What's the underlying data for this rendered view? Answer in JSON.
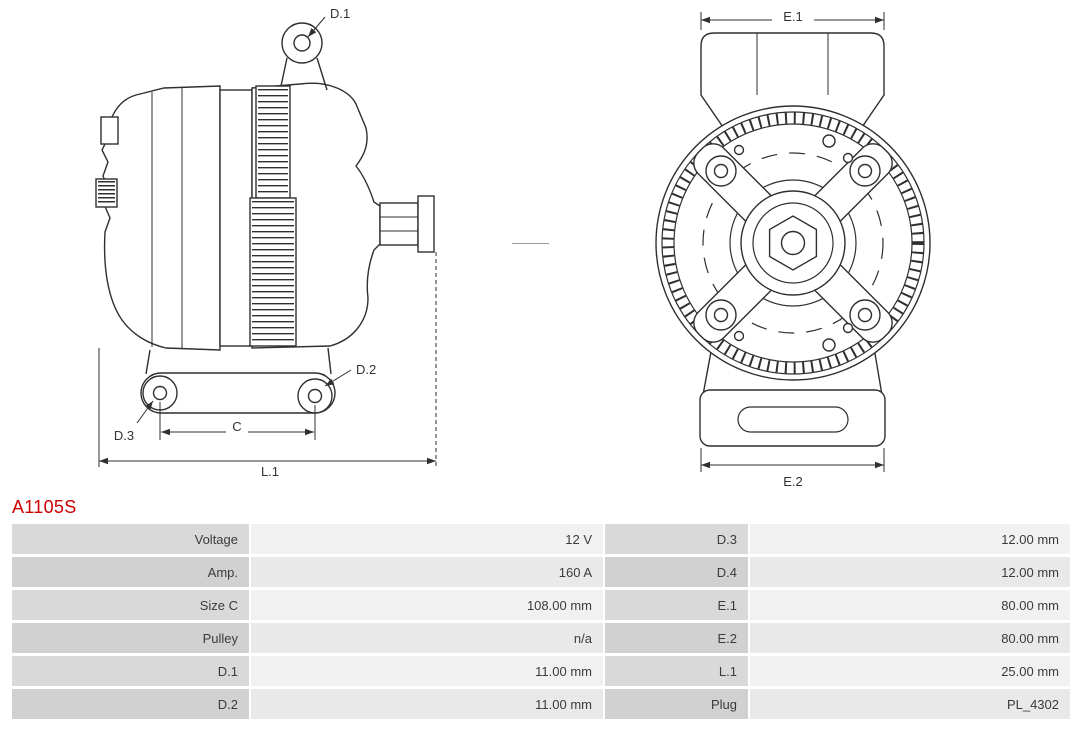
{
  "meta": {
    "part_number": "A1105S",
    "part_number_color": "#cc0000"
  },
  "drawing": {
    "labels": {
      "d1": "D.1",
      "d2": "D.2",
      "d3": "D.3",
      "c": "C",
      "l1": "L.1",
      "e1": "E.1",
      "e2": "E.2"
    }
  },
  "specs": {
    "rows": [
      {
        "label_left": "Voltage",
        "value_left": "12 V",
        "label_right": "D.3",
        "value_right": "12.00 mm"
      },
      {
        "label_left": "Amp.",
        "value_left": "160 A",
        "label_right": "D.4",
        "value_right": "12.00 mm"
      },
      {
        "label_left": "Size C",
        "value_left": "108.00 mm",
        "label_right": "E.1",
        "value_right": "80.00 mm"
      },
      {
        "label_left": "Pulley",
        "value_left": "n/a",
        "label_right": "E.2",
        "value_right": "80.00 mm"
      },
      {
        "label_left": "D.1",
        "value_left": "11.00 mm",
        "label_right": "L.1",
        "value_right": "25.00 mm"
      },
      {
        "label_left": "D.2",
        "value_left": "11.00 mm",
        "label_right": "Plug",
        "value_right": "PL_4302"
      }
    ]
  }
}
